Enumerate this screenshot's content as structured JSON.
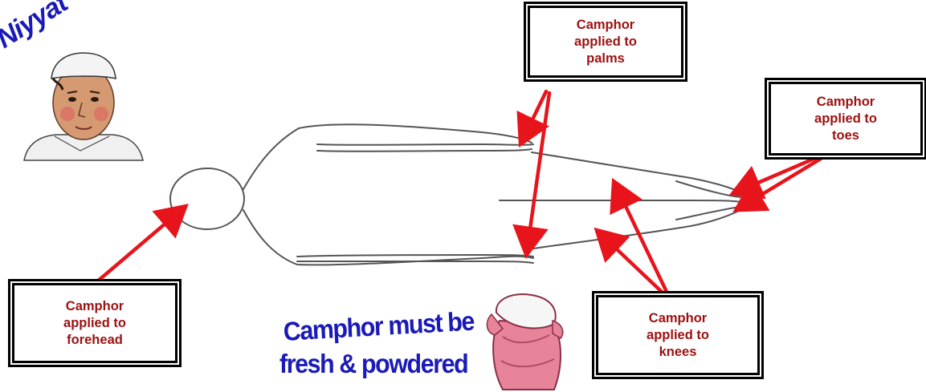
{
  "labels": {
    "forehead": "Camphor\napplied to\nforehead",
    "palms": "Camphor\napplied to\npalms",
    "toes": "Camphor\napplied to\ntoes",
    "knees": "Camphor\napplied to\nknees"
  },
  "wordart": {
    "niyyat": "Niyyat",
    "camphor_line1": "Camphor must be",
    "camphor_line2": "fresh & powdered"
  },
  "colors": {
    "label_text": "#9b1111",
    "arrow": "#e8141c",
    "wordart": "#1a1ab8",
    "box_border": "#000000",
    "sketch_line": "#555555"
  },
  "icons": {
    "boy": "boy-with-white-cap-illustration",
    "bag": "pink-bag-of-powder-icon"
  }
}
